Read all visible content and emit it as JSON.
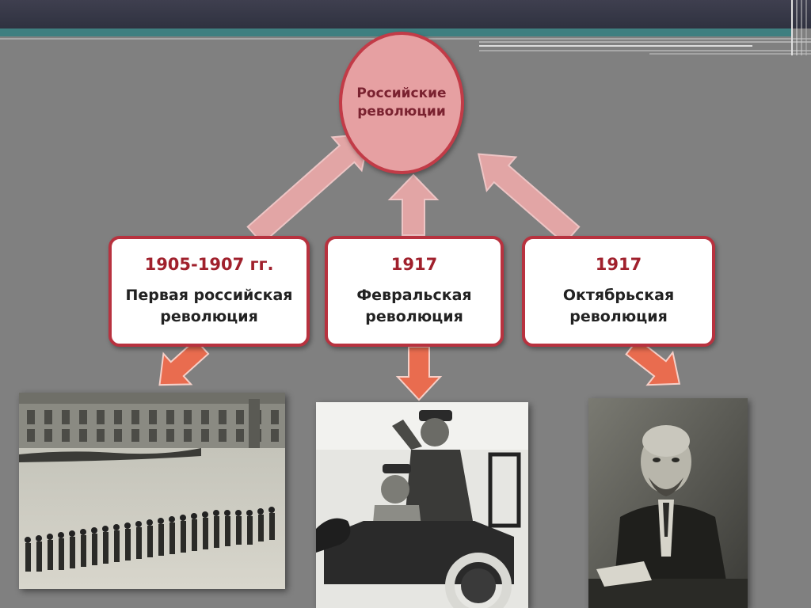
{
  "center": {
    "line1": "Российские",
    "line2": "революции"
  },
  "boxes": [
    {
      "year": "1905-1907 гг.",
      "line1": "Первая российская",
      "line2": "революция"
    },
    {
      "year": "1917",
      "line1": "Февральская",
      "line2": "революция"
    },
    {
      "year": "1917",
      "line1": "Октябрьская",
      "line2": "революция"
    }
  ],
  "photos": [
    {
      "icon": "photo-icon",
      "subject": "soldiers-in-winter-square"
    },
    {
      "icon": "photo-icon",
      "subject": "soldiers-in-automobile"
    },
    {
      "icon": "photo-icon",
      "subject": "portrait-of-man-at-desk"
    }
  ],
  "colors": {
    "background": "#808080",
    "circle_fill": "#e6a0a2",
    "circle_border": "#c23b47",
    "box_border": "#b8323f",
    "year_text": "#a0202c",
    "arrow_fill": "#e8a7a7",
    "arrow_stroke": "#f3c9c9",
    "down_arrow_fill": "#e96c4f"
  }
}
